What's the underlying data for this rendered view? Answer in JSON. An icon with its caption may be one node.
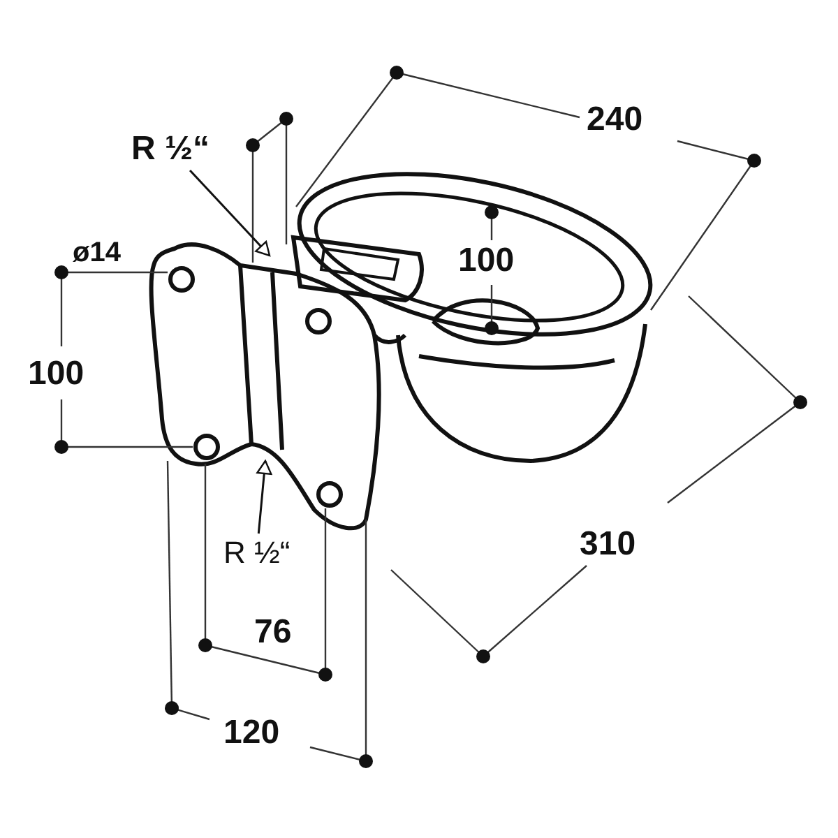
{
  "diagram": {
    "nodes": [
      {
        "text": [
          "R ½“"
        ]
      },
      {
        "text": [
          "R ½“"
        ]
      }
    ],
    "edges": [
      {
        "from": 0,
        "to": null,
        "arrow": "to"
      },
      {
        "from": 1,
        "to": null,
        "arrow": "to"
      }
    ],
    "labels": [
      "240",
      "ø14",
      "100",
      "100",
      "310",
      "76",
      "120"
    ]
  }
}
